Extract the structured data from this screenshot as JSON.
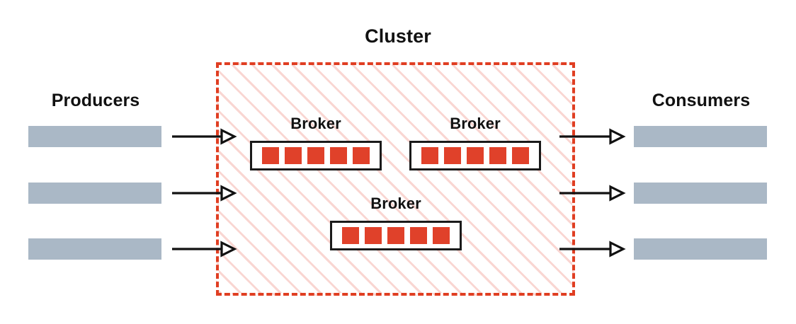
{
  "diagram": {
    "title": "Cluster",
    "left_group": {
      "label": "Producers",
      "nodes": [
        {
          "id": "producer-1"
        },
        {
          "id": "producer-2"
        },
        {
          "id": "producer-3"
        }
      ]
    },
    "right_group": {
      "label": "Consumers",
      "nodes": [
        {
          "id": "consumer-1"
        },
        {
          "id": "consumer-2"
        },
        {
          "id": "consumer-3"
        }
      ]
    },
    "cluster": {
      "label": "Cluster",
      "brokers": [
        {
          "label": "Broker",
          "partitions": 5
        },
        {
          "label": "Broker",
          "partitions": 5
        },
        {
          "label": "Broker",
          "partitions": 5
        }
      ]
    },
    "arrows": {
      "inbound_count": 3,
      "outbound_count": 3,
      "direction": "right",
      "head_style": "open-triangle"
    },
    "colors": {
      "background": "#ffffff",
      "endpoint_bar": "#aab8c6",
      "cluster_border": "#e03e22",
      "cluster_hatch": "#f4b4ac",
      "partition": "#e0412a",
      "broker_border": "#1a1a1a",
      "text": "#111111",
      "arrow": "#111111"
    }
  }
}
